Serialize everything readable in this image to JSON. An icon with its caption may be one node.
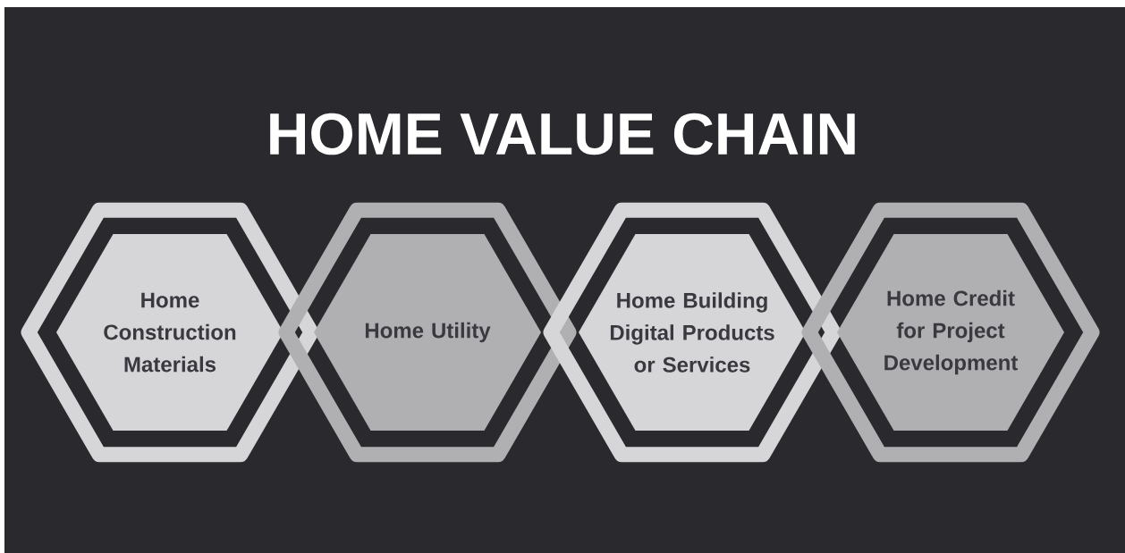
{
  "diagram": {
    "title": "HOME VALUE CHAIN",
    "nodes": [
      {
        "text": [
          "Home Construction Materials"
        ]
      },
      {
        "text": [
          "Home Utility"
        ]
      },
      {
        "text": [
          "Home Building Digital Products or Services"
        ]
      },
      {
        "text": [
          "Home Credit for Project Development"
        ]
      }
    ]
  }
}
